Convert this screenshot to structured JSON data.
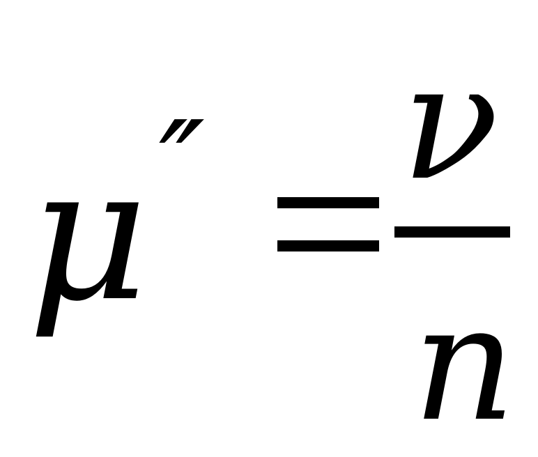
{
  "formula": {
    "lhs_symbol": "μ",
    "lhs_primes": "′′",
    "operator": "=",
    "numerator": "ν",
    "denominator": "n"
  }
}
